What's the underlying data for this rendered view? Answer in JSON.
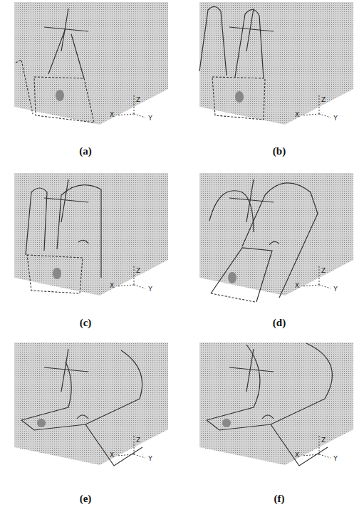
{
  "diagram": {
    "labels": [
      "Z",
      "X",
      "Y",
      "(a)",
      "Z",
      "X",
      "Y",
      "(b)",
      "Z",
      "X",
      "Y",
      "(c)",
      "Z",
      "X",
      "Y",
      "(d)",
      "Z",
      "X",
      "Y",
      "(e)",
      "Z",
      "X",
      "Y",
      "(f)"
    ]
  }
}
